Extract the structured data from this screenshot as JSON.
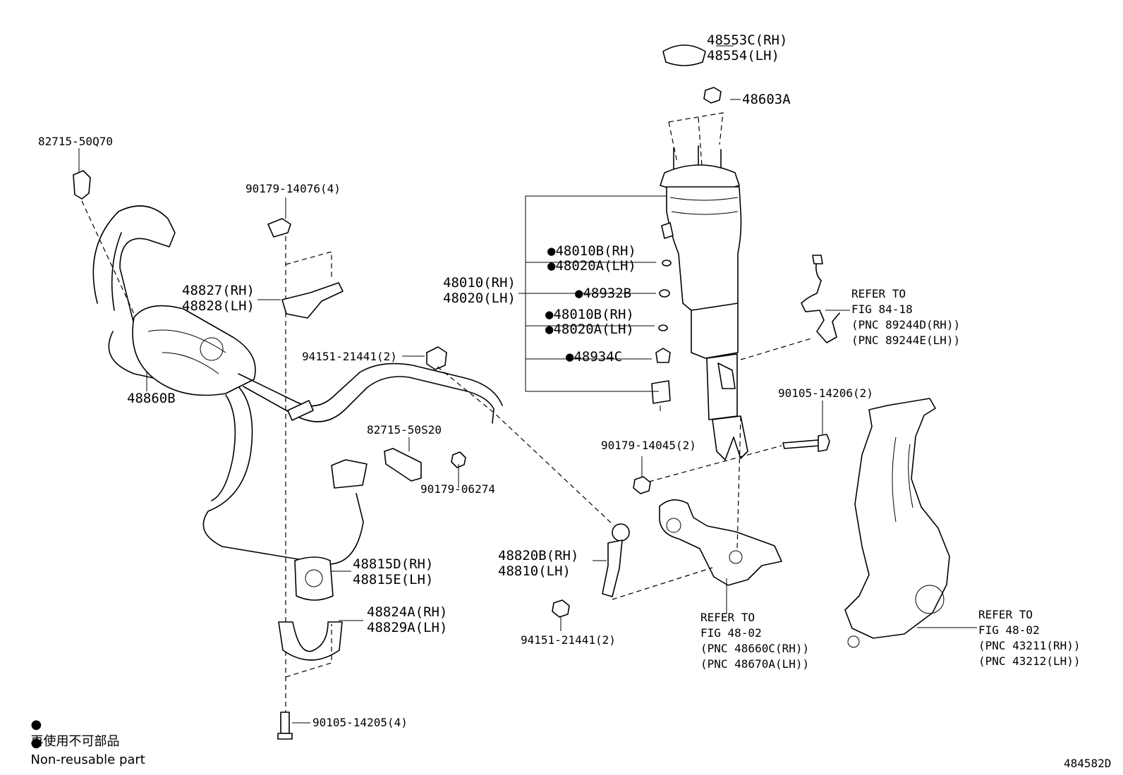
{
  "figure_id": "484582D",
  "legend": {
    "symbol": "●",
    "line1": "再使用不可部品",
    "line2": "Non-reusable part"
  },
  "labels": {
    "p48553c": "48553C(RH)",
    "p48554": "48554(LH)",
    "p48603a": "48603A",
    "p82715_50q70": "82715-50Q70",
    "p90179_14076": "90179-14076(4)",
    "p48827": "48827(RH)",
    "p48828": "48828(LH)",
    "p48860b": "48860B",
    "p94151_21441_top": "94151-21441(2)",
    "p48010": "48010(RH)",
    "p48020": "48020(LH)",
    "p48010b_1": "●48010B(RH)",
    "p48020a_1": "●48020A(LH)",
    "p48932b": "●48932B",
    "p48010b_2": "●48010B(RH)",
    "p48020a_2": "●48020A(LH)",
    "p48934c": "●48934C",
    "refer_top_1": "REFER TO",
    "refer_top_2": "FIG 84-18",
    "refer_top_3": "(PNC 89244D(RH))",
    "refer_top_4": "(PNC 89244E(LH))",
    "p90105_14206": "90105-14206(2)",
    "p82715_50s20": "82715-50S20",
    "p90179_06274": "90179-06274",
    "p90179_14045": "90179-14045(2)",
    "p48815d": "48815D(RH)",
    "p48815e": "48815E(LH)",
    "p48820b": "48820B(RH)",
    "p48810": "48810(LH)",
    "p48824a": "48824A(RH)",
    "p48829a": "48829A(LH)",
    "p94151_21441_bot": "94151-21441(2)",
    "refer_mid_1": "REFER TO",
    "refer_mid_2": "FIG 48-02",
    "refer_mid_3": "(PNC 48660C(RH))",
    "refer_mid_4": "(PNC 48670A(LH))",
    "refer_right_1": "REFER TO",
    "refer_right_2": "FIG 48-02",
    "refer_right_3": "(PNC 43211(RH))",
    "refer_right_4": "(PNC 43212(LH))",
    "p90105_14205": "90105-14205(4)"
  }
}
